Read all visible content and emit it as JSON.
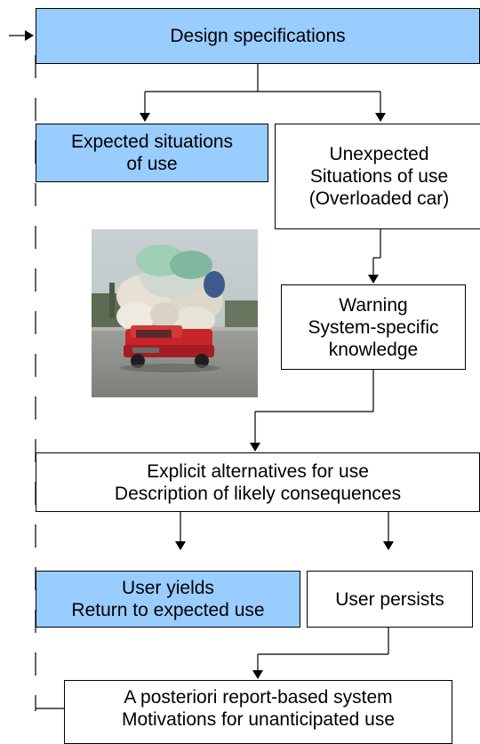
{
  "boxes": {
    "design_specifications": "Design specifications",
    "expected_situations": "Expected situations\nof use",
    "unexpected_situations": "Unexpected\nSituations of use\n(Overloaded car)",
    "warning": "Warning\nSystem-specific\nknowledge",
    "explicit_alternatives": "Explicit alternatives for use\nDescription of likely consequences",
    "user_yields": "User yields\nReturn to expected use",
    "user_persists": "User persists",
    "a_posteriori": "A posteriori report-based system\nMotivations for unanticipated use"
  },
  "colors": {
    "highlight_box": "#99ccff",
    "plain_box": "#ffffff",
    "line": "#000000"
  },
  "photo": {
    "subject": "overloaded red pickup truck carrying large sacks on a road"
  }
}
